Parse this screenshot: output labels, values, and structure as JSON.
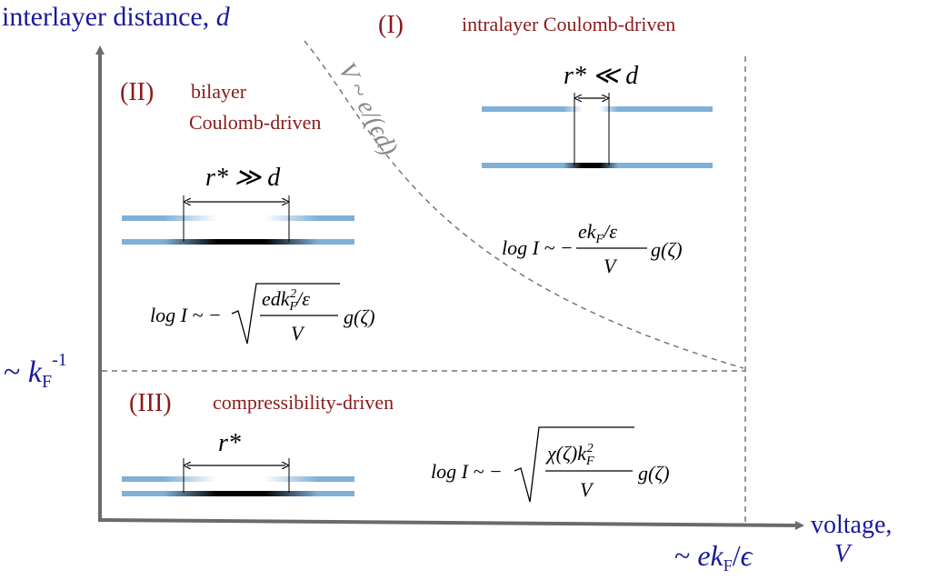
{
  "colors": {
    "axis": "#6b6b6b",
    "dash": "#777777",
    "blue_text": "#1a1a9c",
    "region_label": "#8b1a1a",
    "layer_blue": "#7fb0d8",
    "black": "#000000"
  },
  "axes": {
    "y_label_prefix": "interlayer distance, ",
    "y_label_var": "d",
    "x_label_line1": "voltage,",
    "x_label_var": "V",
    "y_tick": {
      "tilde": "~ ",
      "var": "k",
      "sub": "F",
      "sup": "-1"
    },
    "x_tick": {
      "tilde": "~ ",
      "e": "e",
      "k": "k",
      "sub": "F",
      "slash": "/",
      "eps": "ϵ"
    }
  },
  "boundary_label": "V ~ e/(ϵd)",
  "regions": {
    "I": {
      "numeral": "(I)",
      "desc": "intralayer Coulomb-driven",
      "scale": "r* ≪ d",
      "formula": {
        "lhs": "log I ~ −",
        "num": "ek",
        "num_sub": "F",
        "num_rest": "/ε",
        "den": "V",
        "g": "g(ζ)"
      }
    },
    "II": {
      "numeral": "(II)",
      "desc1": "bilayer",
      "desc2": "Coulomb-driven",
      "scale": "r* ≫ d",
      "formula": {
        "lhs": "log I ~ −",
        "num": "edk",
        "num_sub": "F",
        "num_sup": "2",
        "num_rest": "/ε",
        "den": "V",
        "g": "g(ζ)"
      }
    },
    "III": {
      "numeral": "(III)",
      "desc": "compressibility-driven",
      "scale": "r*",
      "formula": {
        "lhs": "log I ~ −",
        "num": "χ(ζ)k",
        "num_sub": "F",
        "num_sup": "2",
        "den": "V",
        "g": "g(ζ)"
      }
    }
  }
}
